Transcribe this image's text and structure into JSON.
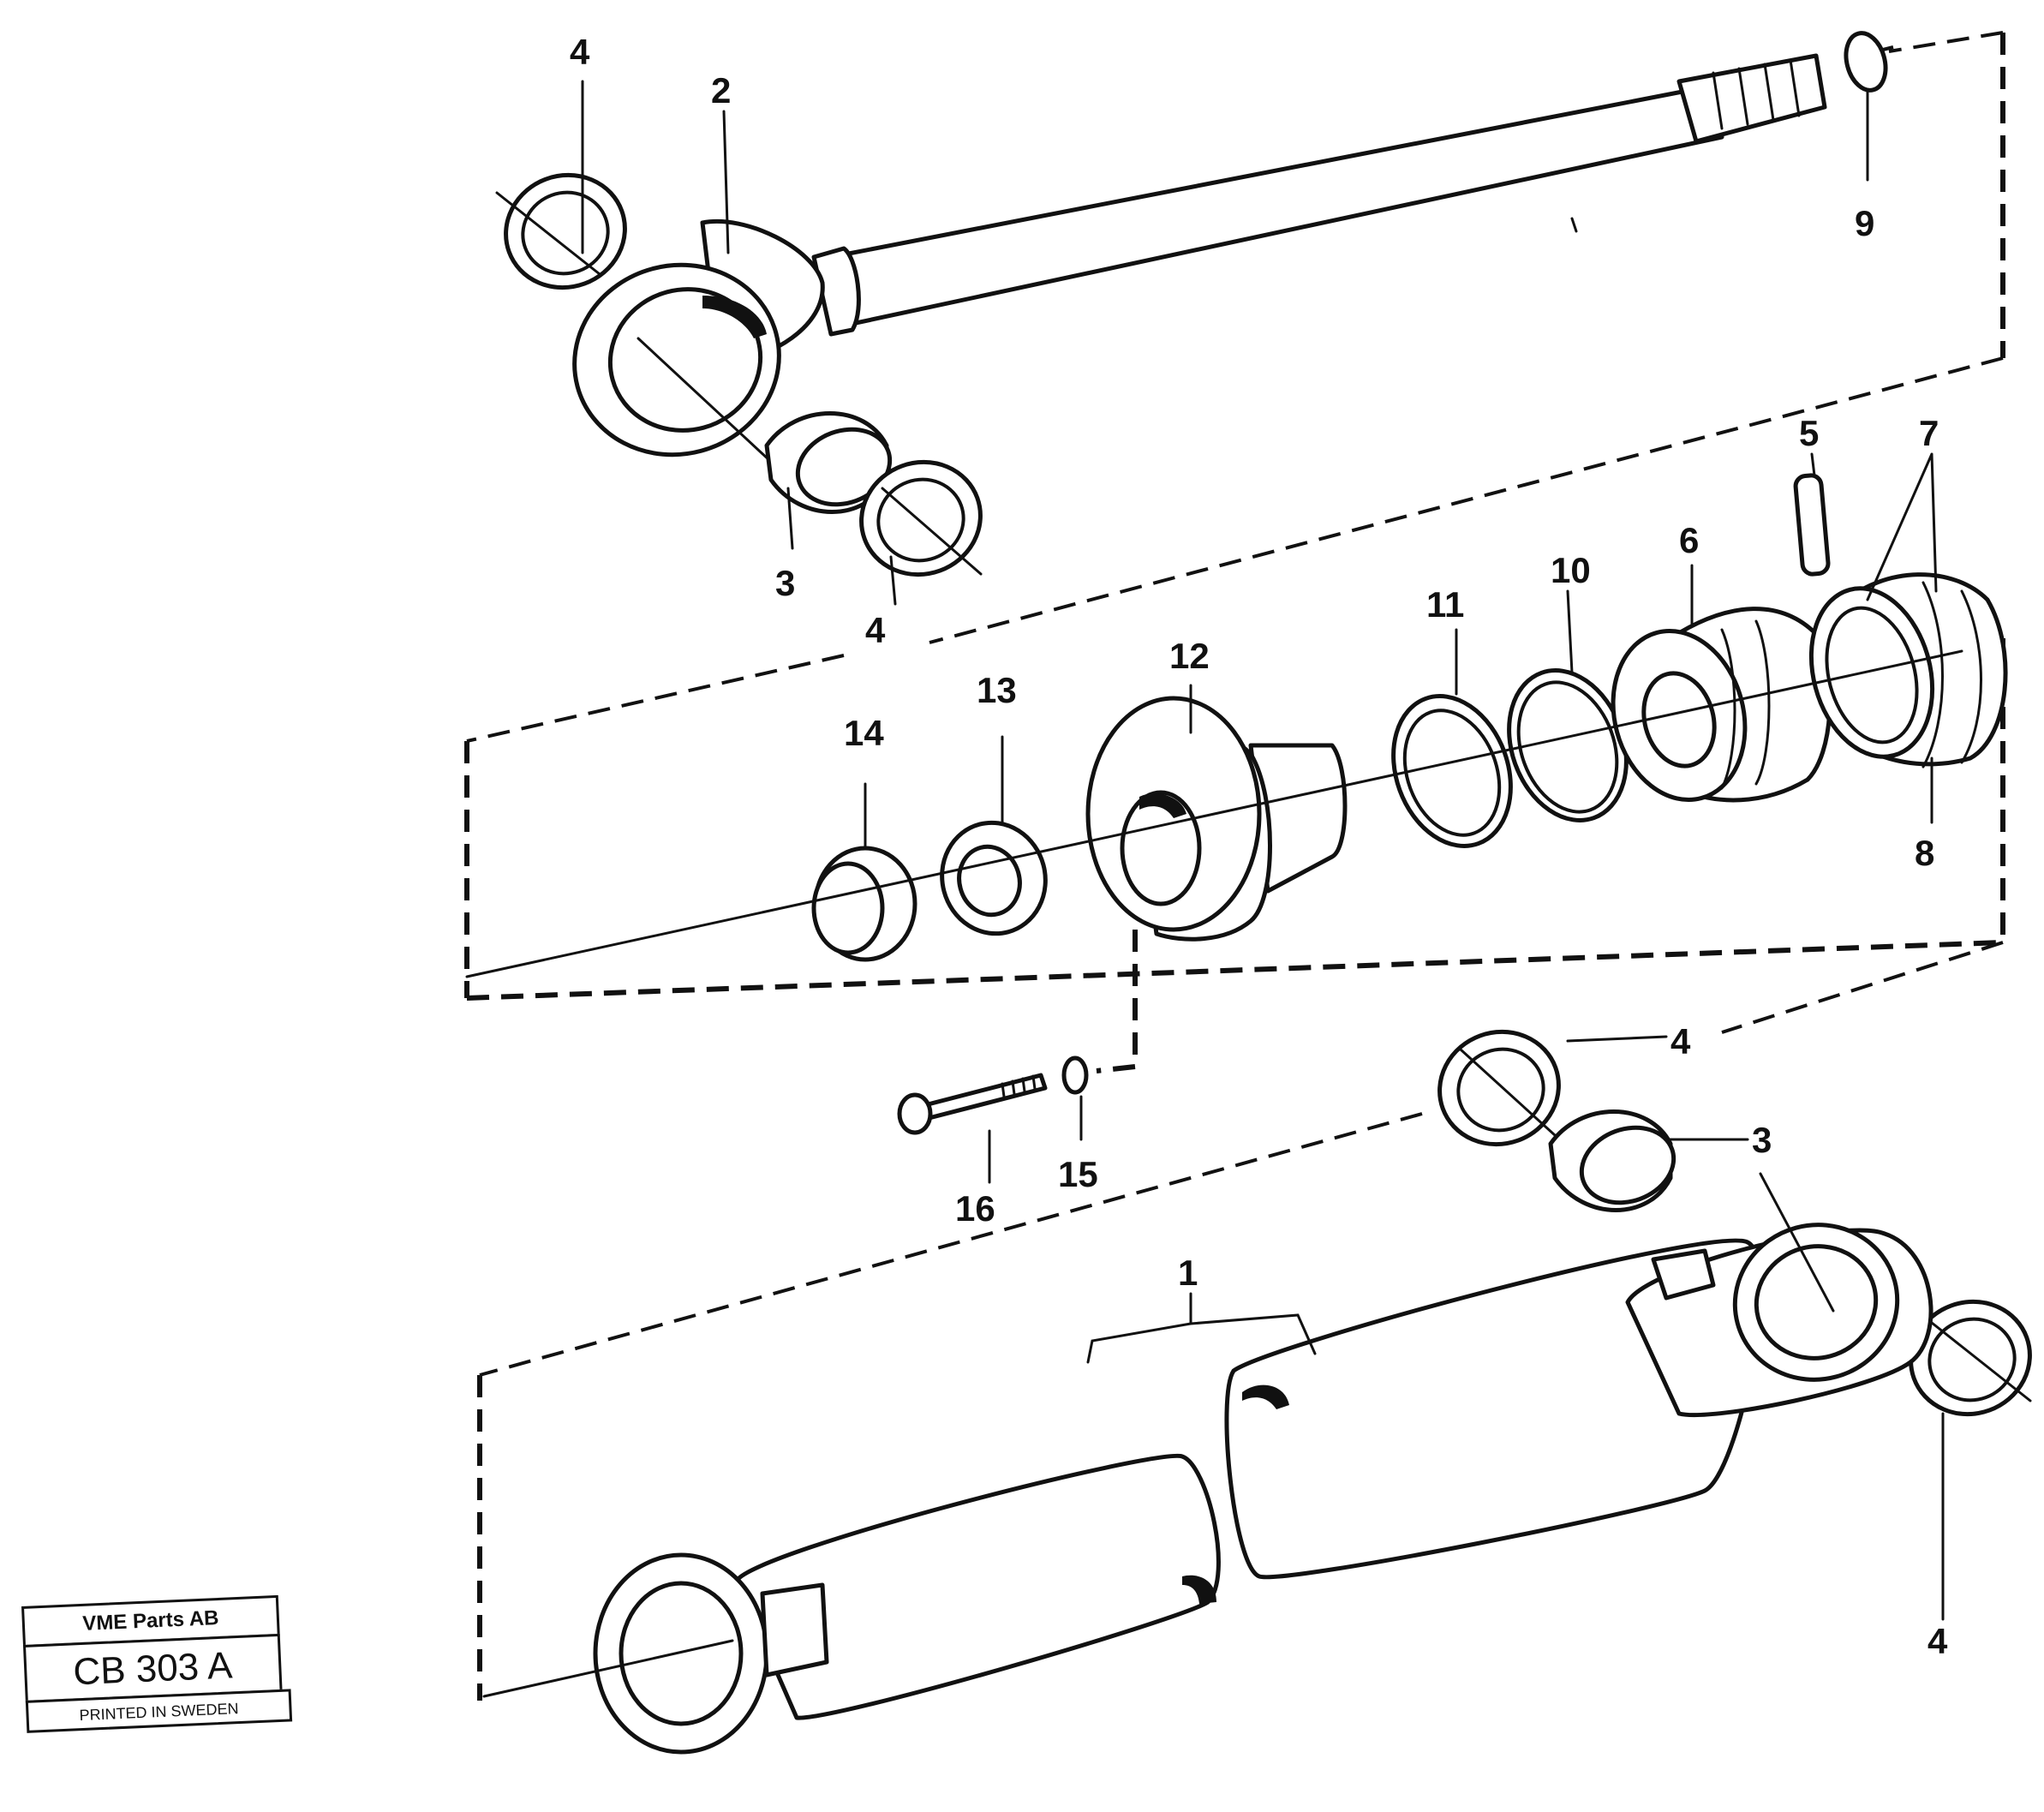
{
  "callouts": {
    "c1": "1",
    "c2": "2",
    "c3a": "3",
    "c3b": "3",
    "c4a": "4",
    "c4b": "4",
    "c4c": "4",
    "c4d": "4",
    "c5": "5",
    "c6": "6",
    "c7": "7",
    "c8": "8",
    "c9": "9",
    "c10": "10",
    "c11": "11",
    "c12": "12",
    "c13": "13",
    "c14": "14",
    "c15": "15",
    "c16": "16"
  },
  "stamp": {
    "company": "VME Parts AB",
    "code": "CB 303 A",
    "printed": "PRINTED IN SWEDEN"
  }
}
